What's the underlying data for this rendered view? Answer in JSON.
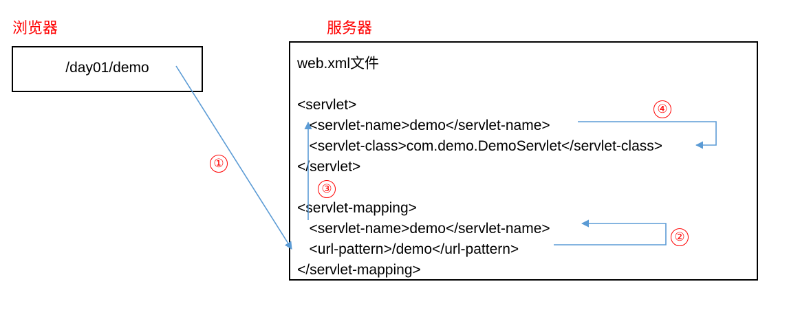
{
  "diagram": {
    "title_browser": "浏览器",
    "title_server": "服务器",
    "browser": {
      "url": "/day01/demo"
    },
    "server": {
      "file_label": "web.xml文件",
      "code_lines": [
        "<servlet>",
        "   <servlet-name>demo</servlet-name>",
        "   <servlet-class>com.demo.DemoServlet</servlet-class>",
        "</servlet>",
        "<servlet-mapping>",
        "   <servlet-name>demo</servlet-name>",
        "   <url-pattern>/demo</url-pattern>",
        "</servlet-mapping>"
      ]
    },
    "markers": [
      {
        "label": "①"
      },
      {
        "label": "②"
      },
      {
        "label": "③"
      },
      {
        "label": "④"
      }
    ],
    "colors": {
      "title": "#ff0000",
      "marker": "#ff0000",
      "arrow": "#5b9bd5",
      "box_border": "#000000",
      "text": "#000000"
    }
  }
}
